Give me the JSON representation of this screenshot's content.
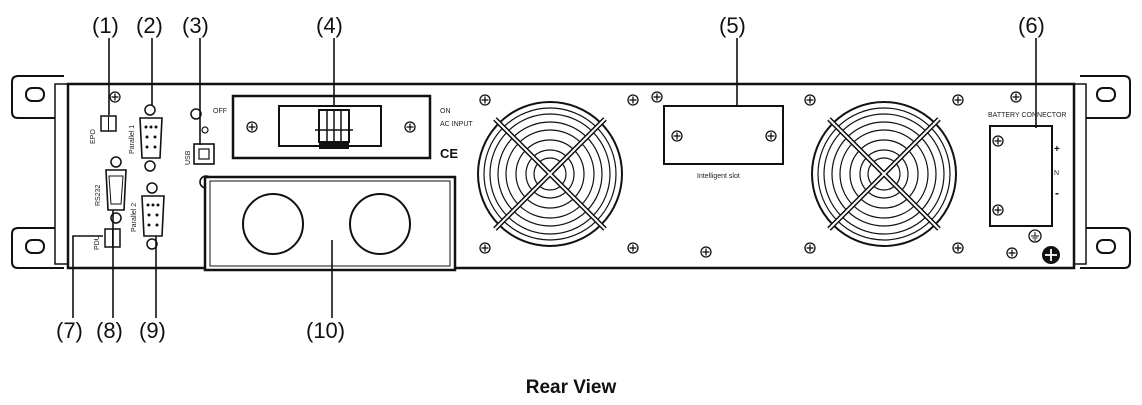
{
  "caption": "Rear View",
  "callouts": [
    "(1)",
    "(2)",
    "(3)",
    "(4)",
    "(5)",
    "(6)",
    "(7)",
    "(8)",
    "(9)",
    "(10)"
  ],
  "panel_labels": {
    "epo": "EPO",
    "parallel1": "Parallel 1",
    "usb": "USB",
    "off": "OFF",
    "on": "ON",
    "ac_input": "AC INPUT",
    "ce": "CE",
    "intelligent_slot": "Intelligent slot",
    "battery_connector": "BATTERY CONNECTOR",
    "rs232": "RS232",
    "parallel2": "Parallel 2",
    "pdu": "PDU",
    "plus": "+",
    "n": "N",
    "minus": "-"
  }
}
